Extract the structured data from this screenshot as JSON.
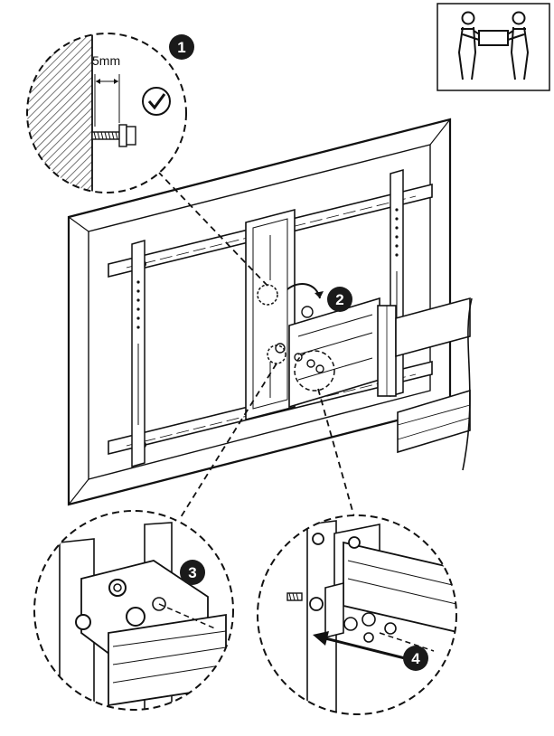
{
  "diagram": {
    "dimension_label": "5mm",
    "steps": [
      {
        "number": "1"
      },
      {
        "number": "2"
      },
      {
        "number": "3"
      },
      {
        "number": "4"
      }
    ],
    "colors": {
      "line": "#111111",
      "badge": "#1a1a1a",
      "background": "#ffffff",
      "hatch": "#555555"
    },
    "icons": {
      "two_person_lift": "two-person-lift-icon",
      "check": "checkmark-icon",
      "arrow": "insert-arrow-icon"
    }
  }
}
